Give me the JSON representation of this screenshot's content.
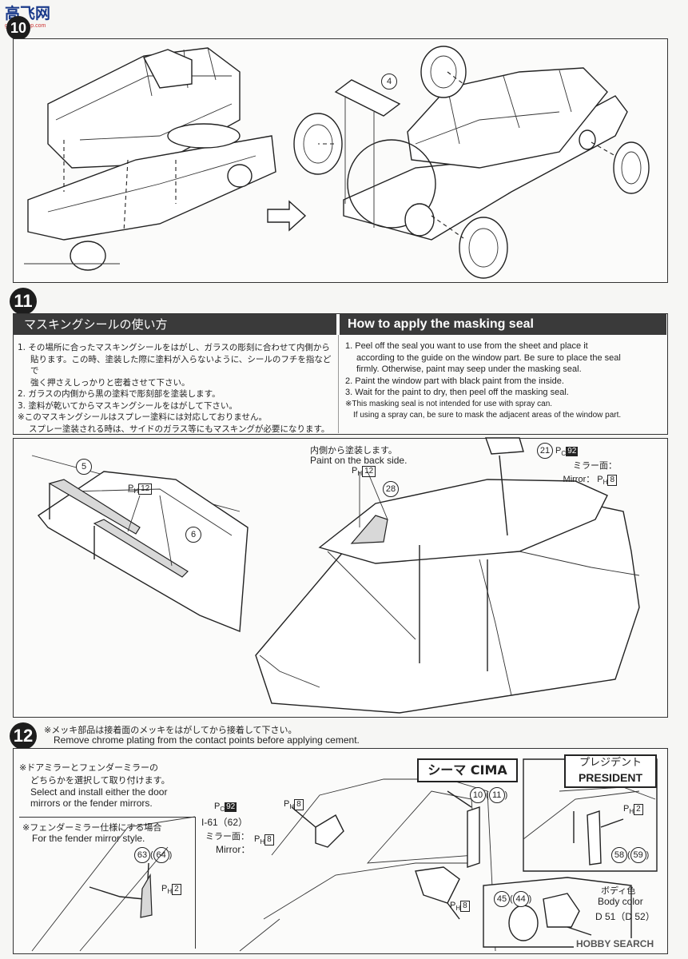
{
  "watermark_top": "高飞网",
  "watermark_url": "gaofei.shop.com",
  "watermark_bottom": "HOBBY SEARCH",
  "step10": {
    "number": "10",
    "arrow_label": "",
    "part4": "4"
  },
  "step11": {
    "number": "11",
    "header_jp": "マスキングシールの使い方",
    "header_en": "How to apply the masking seal",
    "instructions_jp": [
      "1. その場所に合ったマスキングシールをはがし、ガラスの彫刻に合わせて内側から",
      "貼ります。この時、塗装した際に塗料が入らないように、シールのフチを指などで",
      "強く押さえしっかりと密着させて下さい。",
      "2. ガラスの内側から黒の塗料で彫刻部を塗装します。",
      "3. 塗料が乾いてからマスキングシールをはがして下さい。",
      "※このマスキングシールはスプレー塗料には対応しておりません。",
      "スプレー塗装される時は、サイドのガラス等にもマスキングが必要になります。"
    ],
    "instructions_en": [
      "1. Peel off the seal you want to use from the sheet and place it",
      "according to the guide on the window part. Be sure to place the seal",
      "firmly. Otherwise, paint may seep under the masking seal.",
      "2. Paint the window part with black paint from the inside.",
      "3. Wait for the paint to dry, then peel off the masking seal.",
      "※This masking seal is not intended for use with spray can.",
      "If using a spray can, be sure to mask the adjacent areas of the window part."
    ],
    "part5": "5",
    "part6": "6",
    "paint_ph12_wiper": "12",
    "back_side_jp": "内側から塗装します。",
    "back_side_en": "Paint on the back side.",
    "paint_ph12_glass": "12",
    "part28": "28",
    "part21": "21",
    "pc92": "92",
    "mirror_jp": "ミラー面：",
    "mirror_en": "Mirror：",
    "paint_ph8": "8"
  },
  "step12": {
    "number": "12",
    "chrome_note_jp": "※メッキ部品は接着面のメッキをはがしてから接着して下さい。",
    "chrome_note_en": "Remove chrome plating from the contact points before applying cement.",
    "select_note_jp": [
      "※ドアミラーとフェンダーミラーの",
      "どちらかを選択して取り付けます。"
    ],
    "select_note_en": [
      "Select and install either the door",
      "mirrors or the fender mirrors."
    ],
    "fender_box_jp": "※フェンダーミラー仕様にする場合",
    "fender_box_en": "For the fender mirror style.",
    "parts_63_64": [
      "63",
      "64"
    ],
    "paint_ph2_fender": "2",
    "pc92": "92",
    "parts_61_62": "I-61（62）",
    "mirror_jp": "ミラー面：",
    "mirror_en": "Mirror：",
    "paint_ph8_a": "8",
    "paint_ph8_b": "8",
    "cima_label": "シーマ CIMA",
    "parts_10_11": [
      "10",
      "11"
    ],
    "president_jp": "プレジデント",
    "president_en": "PRESIDENT",
    "paint_ph2_pres": "2",
    "parts_58_59": [
      "58",
      "59"
    ],
    "paint_ph8_c": "8",
    "body_color_jp": "ボディ色",
    "body_color_en": "Body color",
    "parts_45_44": [
      "45",
      "44"
    ],
    "parts_d51_d52": "D 51（D 52）"
  }
}
